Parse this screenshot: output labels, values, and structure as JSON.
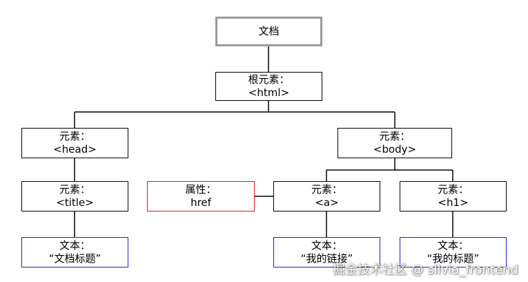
{
  "nodes": {
    "document": {
      "line1": "文档"
    },
    "html": {
      "line1": "根元素：",
      "line2": "<html>"
    },
    "head": {
      "line1": "元素：",
      "line2": "<head>"
    },
    "body": {
      "line1": "元素：",
      "line2": "<body>"
    },
    "title": {
      "line1": "元素：",
      "line2": "<title>"
    },
    "href": {
      "line1": "属性：",
      "line2": "href"
    },
    "a": {
      "line1": "元素：",
      "line2": "<a>"
    },
    "h1": {
      "line1": "元素：",
      "line2": "<h1>"
    },
    "text_title": {
      "line1": "文本：",
      "line2": "“文档标题”"
    },
    "text_link": {
      "line1": "文本：",
      "line2": "“我的链接”"
    },
    "text_h1": {
      "line1": "文本：",
      "line2": "“我的标题”"
    }
  },
  "colors": {
    "document_border": "#9a9a9a",
    "element_border": "#000000",
    "attribute_border": "#e0141e",
    "text_border": "#1e1ebe"
  },
  "watermark": "掘金技术社区 @ silvia_frontend"
}
